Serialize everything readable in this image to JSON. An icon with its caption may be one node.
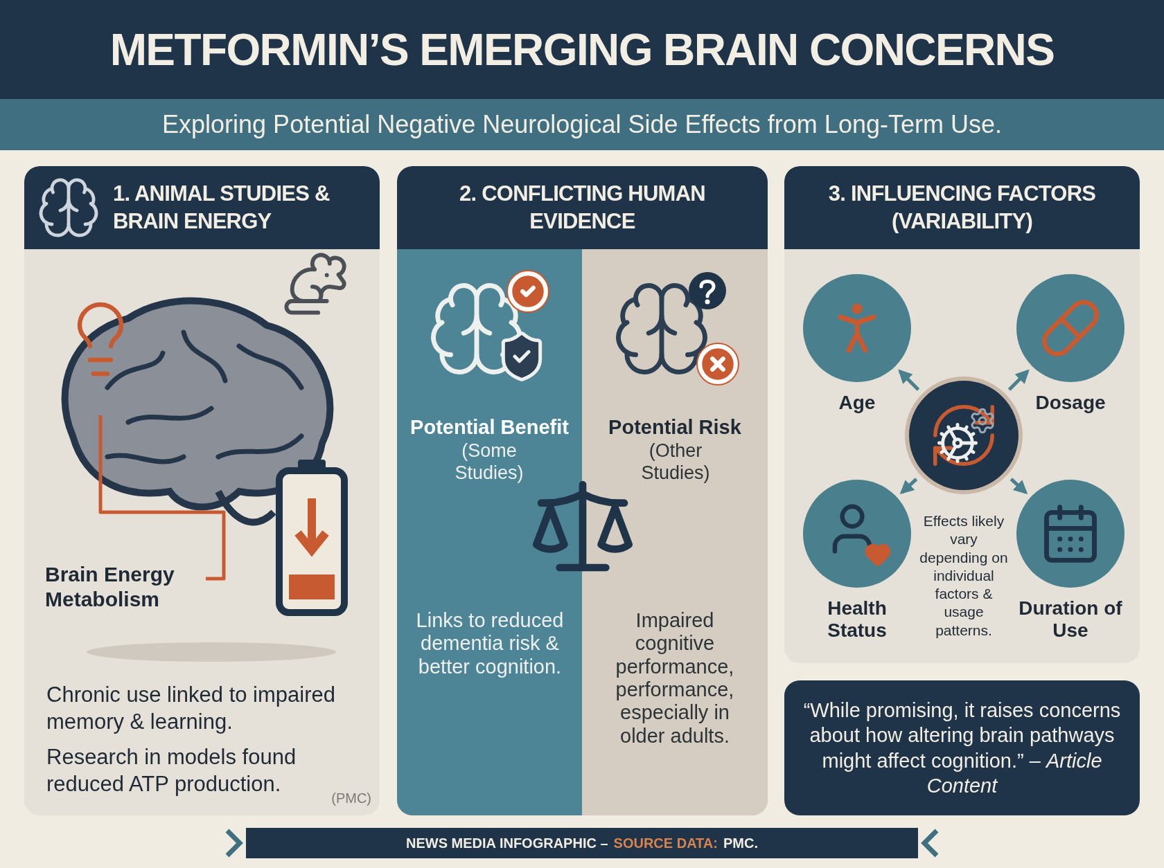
{
  "diagram": {
    "title": "METFORMIN’S EMERGING BRAIN CONCERNS",
    "nodes": [
      {
        "text": [
          "1. ANIMAL STUDIES & BRAIN ENERGY",
          "Chronic use linked to impaired memory & learning.",
          "Research in models found reduced ATP production.",
          "(PMC)"
        ]
      },
      {
        "text": [],
        "shape": "picture",
        "in": 0
      },
      {
        "text": [
          "Brain Energy Metabolism"
        ],
        "in": 0
      },
      {
        "text": [
          "2. CONFLICTING HUMAN EVIDENCE"
        ]
      },
      {
        "text": [
          "Potential Benefit",
          "(Some Studies)",
          "Links to reduced dementia risk & better cognition."
        ],
        "in": 3
      },
      {
        "text": [
          "Potential Risk",
          "(Other Studies)",
          "Impaired cognitive performance, performance, especially in older adults."
        ],
        "in": 3
      },
      {
        "text": [
          "3. INFLUENCING FACTORS (VARIABILITY)",
          "Effects likely vary depending on individual factors & usage patterns."
        ]
      },
      {
        "text": [],
        "shape": "circle",
        "in": 6
      },
      {
        "text": [
          "Age"
        ],
        "in": 6
      },
      {
        "text": [
          "Dosage"
        ],
        "in": 6
      },
      {
        "text": [
          "Health Status"
        ],
        "in": 6
      },
      {
        "text": [
          "Duration of Use"
        ],
        "in": 6
      },
      {
        "text": [
          "“While promising, it raises concerns about how altering brain pathways might affect cognition.” – *Article Content*"
        ]
      }
    ],
    "edges": [
      {
        "from": 2,
        "to": 1,
        "arrow": "none",
        "color": "#c85a32"
      },
      {
        "from": 7,
        "to": 8,
        "arrow": "to"
      },
      {
        "from": 7,
        "to": 9,
        "arrow": "to"
      },
      {
        "from": 7,
        "to": 10,
        "arrow": "to"
      },
      {
        "from": 7,
        "to": 11,
        "arrow": "to"
      }
    ],
    "labels": [
      "Exploring Potential Negative Neurological Side Effects from Long-Term Use.",
      "NEWS MEDIA INFOGRAPHIC –",
      "SOURCE DATA:",
      "PMC."
    ]
  }
}
